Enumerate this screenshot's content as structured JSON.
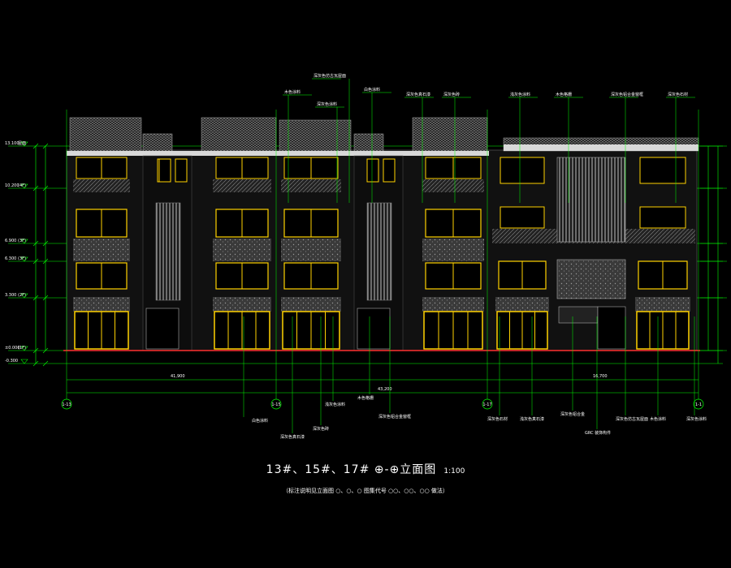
{
  "drawing": {
    "title": "13#、15#、17#  ⊕-⊕立面图",
    "scale": "1:100",
    "subtitle": "（标注说明见立面图 ○、○、○  图集代号 ○○、○○、○○  做法）"
  },
  "levels": [
    {
      "elev": "13.100",
      "label": "屋面"
    },
    {
      "elev": "10.200",
      "label": "(4F)"
    },
    {
      "elev": "6.900",
      "label": "(3F)"
    },
    {
      "elev": "6.300",
      "label": "(3F)"
    },
    {
      "elev": "3.300",
      "label": "(2F)"
    },
    {
      "elev": "±0.000",
      "label": "(1F)"
    },
    {
      "elev": "-0.300",
      "label": ""
    }
  ],
  "overall_dims": {
    "left": "41,900",
    "total": "43,200",
    "right": "16,700"
  },
  "axes": [
    "1-13",
    "1-15",
    "1-17",
    "1-1"
  ],
  "callouts": [
    "深灰色仿古瓦屋面",
    "木色涂料",
    "深灰色涂料",
    "白色涂料",
    "深灰色真石漆",
    "深灰色砖",
    "浅灰色涂料",
    "木色格栅",
    "深灰色铝合金窗框",
    "深灰色石材",
    "浅灰色真石漆",
    "深灰色铝合金",
    "GRC 装饰构件"
  ],
  "colors": {
    "background": "#000000",
    "dim_green": "#00ff00",
    "window_yellow": "#ffd200",
    "roof_gray": "#8a8a8a",
    "wall_white": "#d8d8d8",
    "ground_red": "#ff3030"
  }
}
